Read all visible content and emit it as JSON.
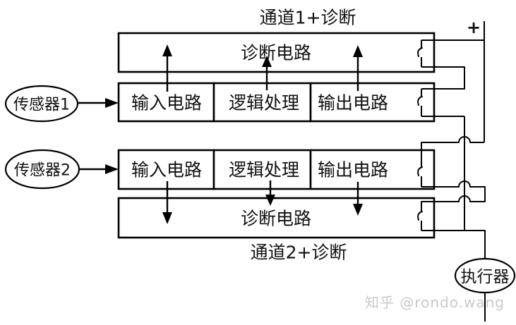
{
  "titles": {
    "channel1": "通道1+诊断",
    "channel2": "通道2+诊断"
  },
  "channel1": {
    "diagnostic_label": "诊断电路",
    "cells": [
      "输入电路",
      "逻辑处理",
      "输出电路"
    ]
  },
  "channel2": {
    "diagnostic_label": "诊断电路",
    "cells": [
      "输入电路",
      "逻辑处理",
      "输出电路"
    ]
  },
  "sensors": {
    "sensor1": "传感器1",
    "sensor2": "传感器2"
  },
  "actuator_label": "执行器",
  "power": {
    "plus_label": "+"
  },
  "watermark": "知乎 @rondo.wang",
  "colors": {
    "line": "#000000",
    "background": "#ffffff",
    "watermark": "#c9c9c9",
    "text": "#111111"
  }
}
